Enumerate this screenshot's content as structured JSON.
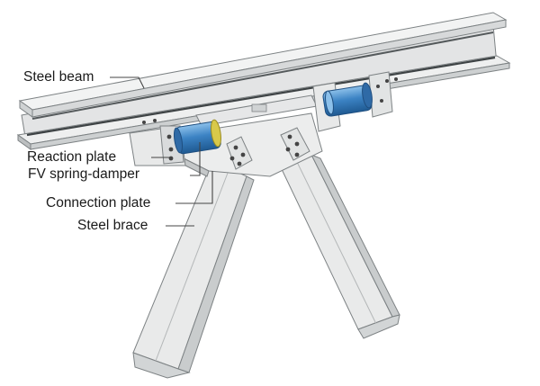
{
  "diagram": {
    "labels": {
      "steel_beam": "Steel beam",
      "reaction_plate": "Reaction plate",
      "spring_damper": "FV spring-damper",
      "connection_plate": "Connection plate",
      "steel_brace": "Steel brace"
    },
    "colors": {
      "steel_light": "#eceded",
      "steel_mid": "#d6d8d8",
      "steel_dark": "#aeb1b2",
      "outline": "#7d8284",
      "damper_blue": "#3c83c4",
      "damper_highlight": "#8cc0ea",
      "damper_end": "#d8c94a",
      "leader_line": "#444444"
    }
  }
}
